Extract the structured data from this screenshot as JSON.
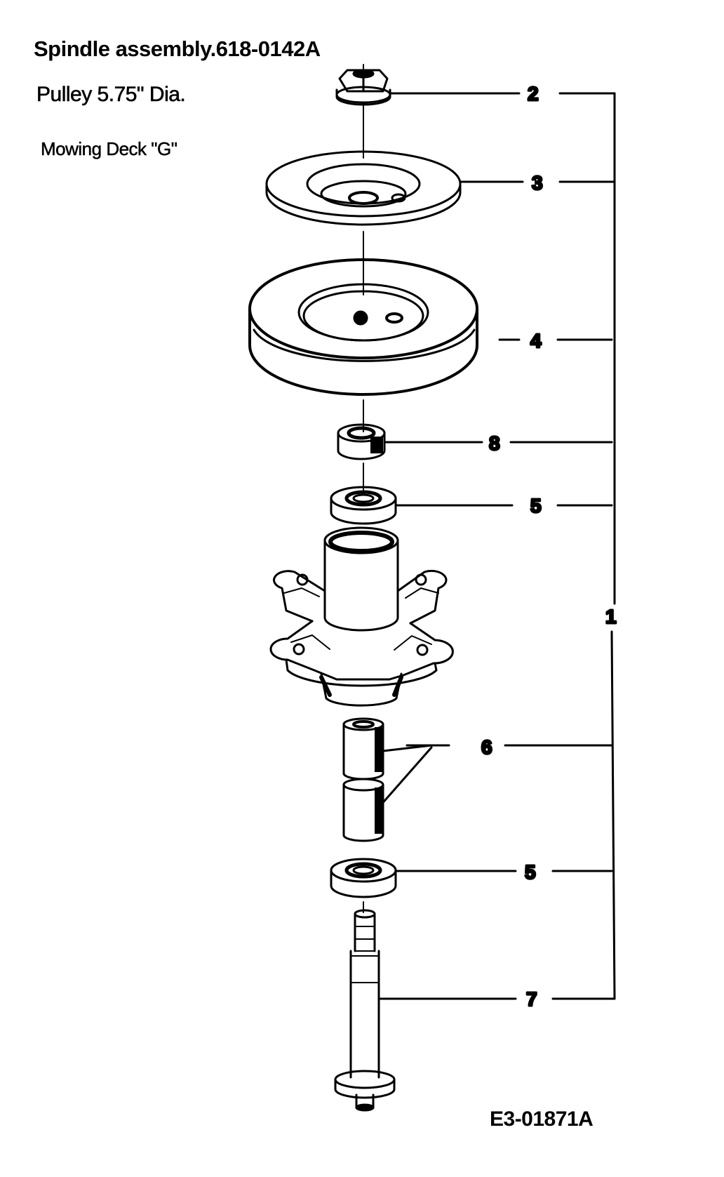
{
  "header": {
    "title": "Spindle assembly.618-0142A",
    "pulley": "Pulley  5.75\" Dia.",
    "deck": "Mowing Deck \"G\""
  },
  "callouts": {
    "c2": "2",
    "c3": "3",
    "c4": "4",
    "c8": "8",
    "c5a": "5",
    "c1": "1",
    "c6": "6",
    "c5b": "5",
    "c7": "7"
  },
  "footer": {
    "drawing_code": "E3-01871A"
  }
}
